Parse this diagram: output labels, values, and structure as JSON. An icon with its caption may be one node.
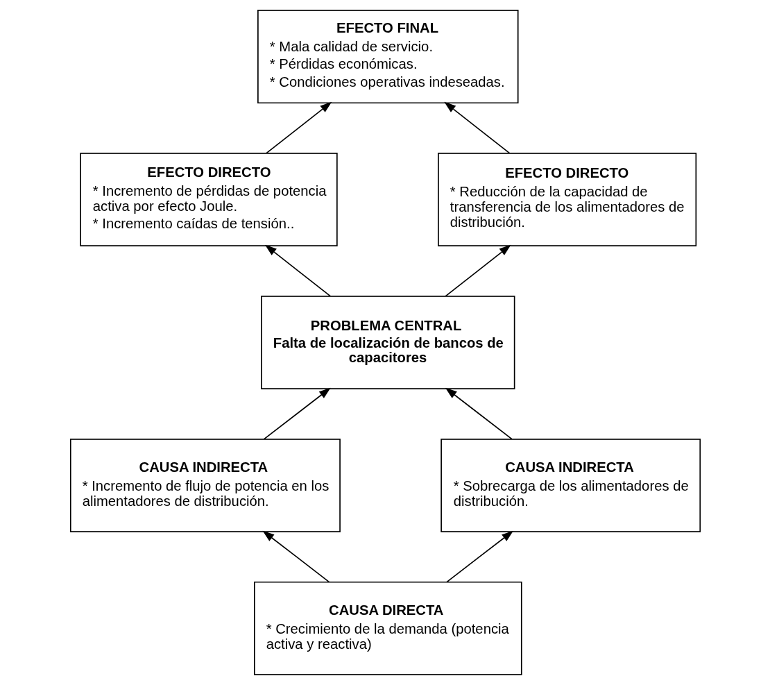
{
  "diagram": {
    "nodes": [
      {
        "text": [
          "EFECTO FINAL",
          "* Mala calidad de servicio.",
          "* Pérdidas económicas.",
          "* Condiciones operativas indeseadas."
        ]
      },
      {
        "text": [
          "EFECTO DIRECTO",
          "* Incremento de pérdidas de potencia activa por efecto Joule.",
          "* Incremento caídas de tensión.."
        ]
      },
      {
        "text": [
          "EFECTO DIRECTO",
          "* Reducción de la capacidad de transferencia de los alimentadores de distribución."
        ]
      },
      {
        "text": [
          "PROBLEMA CENTRAL",
          "Falta de localización de bancos de capacitores"
        ]
      },
      {
        "text": [
          "CAUSA INDIRECTA",
          "* Incremento de flujo de potencia en los alimentadores de distribución."
        ]
      },
      {
        "text": [
          "CAUSA INDIRECTA",
          "* Sobrecarga de los alimentadores de distribución."
        ]
      },
      {
        "text": [
          "CAUSA DIRECTA",
          "* Crecimiento de la demanda (potencia activa y reactiva)"
        ]
      }
    ],
    "edges": [
      {
        "from": 1,
        "to": 0,
        "arrow": "to"
      },
      {
        "from": 2,
        "to": 0,
        "arrow": "to"
      },
      {
        "from": 3,
        "to": 1,
        "arrow": "to"
      },
      {
        "from": 3,
        "to": 2,
        "arrow": "to"
      },
      {
        "from": 4,
        "to": 3,
        "arrow": "to"
      },
      {
        "from": 5,
        "to": 3,
        "arrow": "to"
      },
      {
        "from": 6,
        "to": 4,
        "arrow": "to"
      },
      {
        "from": 6,
        "to": 5,
        "arrow": "to"
      }
    ]
  }
}
